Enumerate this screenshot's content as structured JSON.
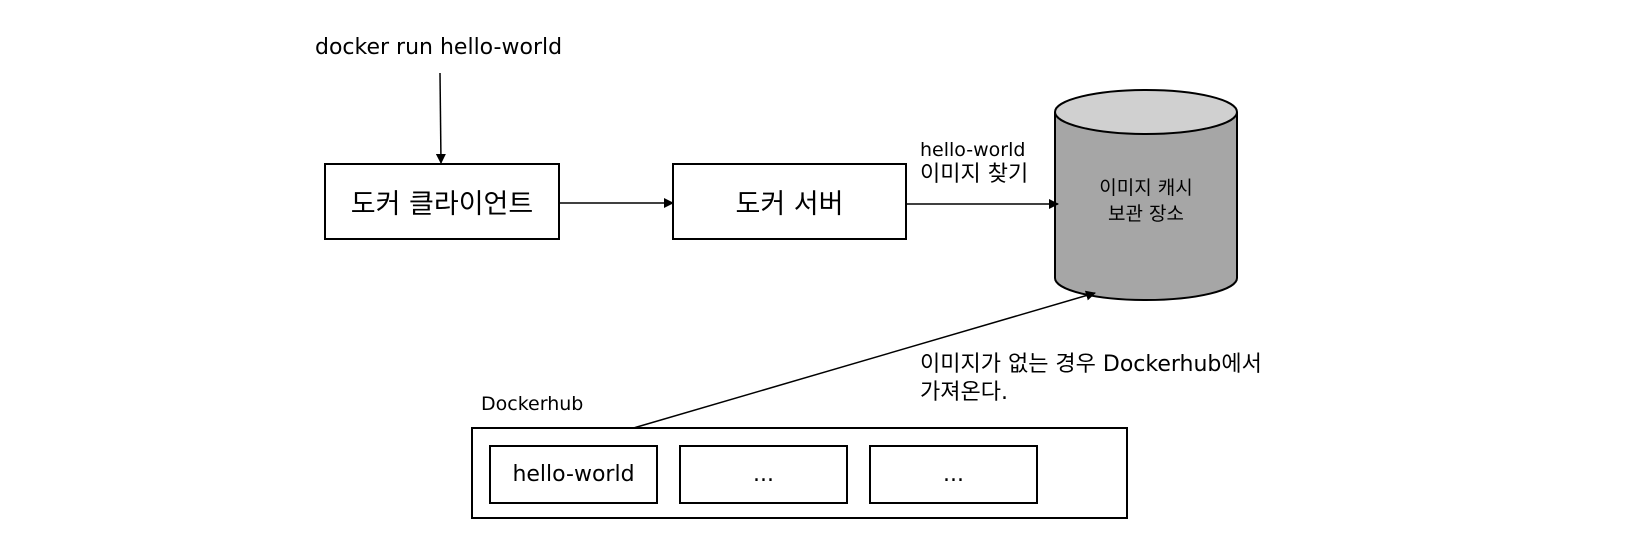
{
  "command": "docker run hello-world",
  "client_label": "도커 클라이언트",
  "server_label": "도커 서버",
  "search_label_line1": "hello-world",
  "search_label_line2": "이미지 찾기",
  "cache_label_line1": "이미지 캐시",
  "cache_label_line2": "보관 장소",
  "fetch_note_line1": "이미지가 없는 경우 Dockerhub에서",
  "fetch_note_line2": "가져온다.",
  "hub_title": "Dockerhub",
  "hub_items": [
    "hello-world",
    "...",
    "..."
  ],
  "colors": {
    "cylinder_body": "#a6a6a6",
    "cylinder_top": "#d0d0d0",
    "stroke": "#000000"
  }
}
